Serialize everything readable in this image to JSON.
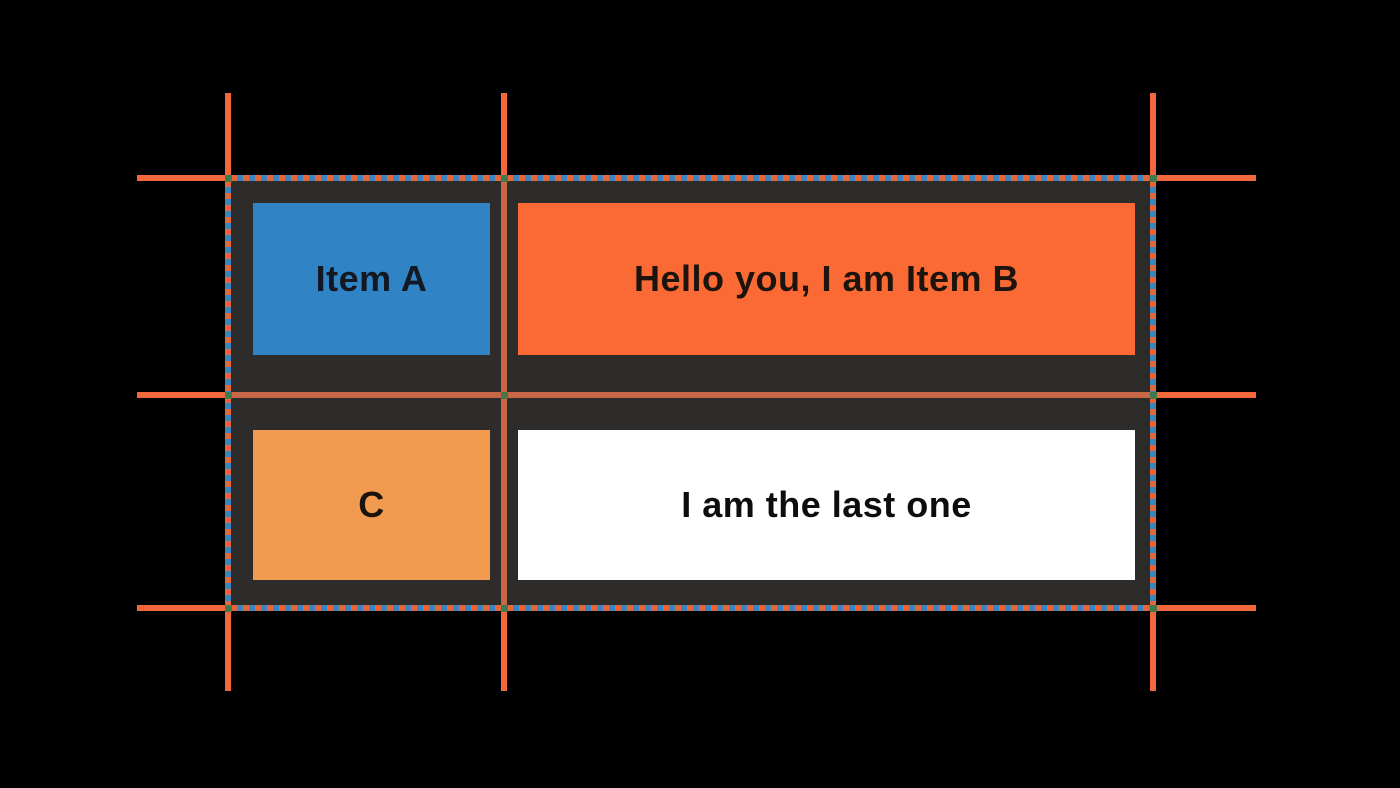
{
  "colors": {
    "background": "#000000",
    "container_bg": "#2e2c2b",
    "grid_line_orange": "#f2673c",
    "inner_line_orange": "#c86745",
    "dash_blue": "#3a86bd",
    "dash_orange": "#e8663c",
    "intersection_green": "#3e7a47"
  },
  "grid": {
    "rows": 2,
    "columns": 2,
    "items": [
      {
        "id": "item-a",
        "label": "Item A",
        "bg": "#3083c5",
        "fg": "#131822"
      },
      {
        "id": "item-b",
        "label": "Hello you, I am Item B",
        "bg": "#fb6a34",
        "fg": "#1d140e"
      },
      {
        "id": "item-c",
        "label": "C",
        "bg": "#f19b51",
        "fg": "#1b130d"
      },
      {
        "id": "item-last",
        "label": "I am the last one",
        "bg": "#ffffff",
        "fg": "#0d0d0d"
      }
    ]
  }
}
